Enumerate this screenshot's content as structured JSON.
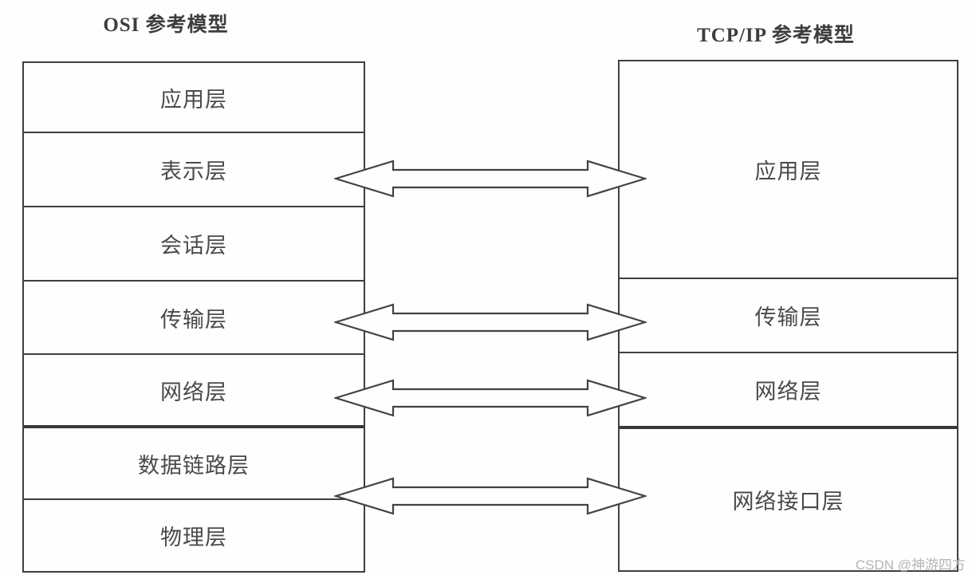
{
  "titles": {
    "left": "OSI 参考模型",
    "right": "TCP/IP 参考模型"
  },
  "osi": {
    "layers": [
      "应用层",
      "表示层",
      "会话层",
      "传输层",
      "网络层",
      "数据链路层",
      "物理层"
    ]
  },
  "tcpip": {
    "layers": [
      "应用层",
      "传输层",
      "网络层",
      "网络接口层"
    ]
  },
  "arrows": [
    {
      "left": "表示层",
      "right": "应用层"
    },
    {
      "left": "传输层",
      "right": "传输层"
    },
    {
      "left": "网络层",
      "right": "网络层"
    },
    {
      "left": "数据链路层/物理层",
      "right": "网络接口层"
    }
  ],
  "watermark": "CSDN @神游四方",
  "colors": {
    "line": "#3f3f3f",
    "thick_line": "#383838",
    "text": "#4a4a4a",
    "title_text": "#3d3d3d",
    "watermark": "#b5b5b5",
    "background": "#fefefe"
  }
}
